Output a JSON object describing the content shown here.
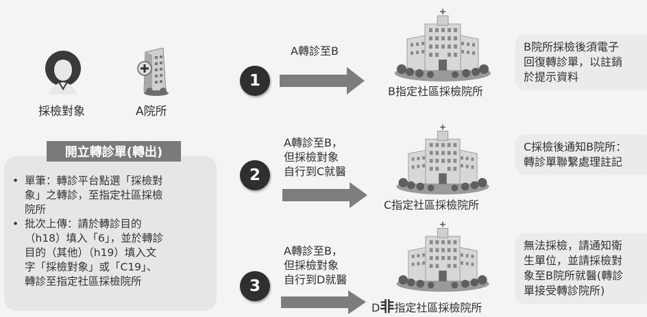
{
  "actors": {
    "patient_label": "採檢對象",
    "clinic_label": "A院所"
  },
  "steps": [
    {
      "number": "1",
      "flow_lines": [
        "A轉診至B"
      ],
      "hospital_label_prefix": "",
      "hospital_label": "B指定社區採檢院所",
      "note_lines": [
        "B院所採檢後須電子",
        "回復轉診單，以註銷",
        "於提示資料"
      ]
    },
    {
      "number": "2",
      "flow_lines": [
        "A轉診至B，",
        "但採檢對象",
        "自行到C就醫"
      ],
      "hospital_label_prefix": "",
      "hospital_label": "C指定社區採檢院所",
      "note_lines": [
        "C採檢後通知B院所：",
        "轉診單聯繫處理註記"
      ]
    },
    {
      "number": "3",
      "flow_lines": [
        "A轉診至B，",
        "但採檢對象",
        "自行到D就醫"
      ],
      "hospital_label_prefix": "D",
      "hospital_label_big": "非",
      "hospital_label": "指定社區採檢院所",
      "note_lines": [
        "無法採檢，請通知衛",
        "生單位，並請採檢對",
        "象至B院所就醫(轉診",
        "單接受轉診院所)"
      ]
    }
  ],
  "instructions": {
    "title": "開立轉診單(轉出)",
    "items": [
      {
        "bullet": "•",
        "lines": [
          "單筆：轉診平台點選「採檢對",
          "象」之轉診，至指定社區採檢",
          "院所"
        ]
      },
      {
        "bullet": "•",
        "lines": [
          "批次上傳：請於轉診目的",
          "（h18）填入「6」，並於轉診",
          "目的（其他）（h19）填入文",
          "字「採檢對象」或「C19」、",
          "轉診至指定社區採檢院所"
        ]
      }
    ]
  },
  "colors": {
    "circle": "#2f2f2f",
    "arrow": "#7d7d7d",
    "header": "#7a7a7a",
    "panel": "#e6e6e6"
  }
}
